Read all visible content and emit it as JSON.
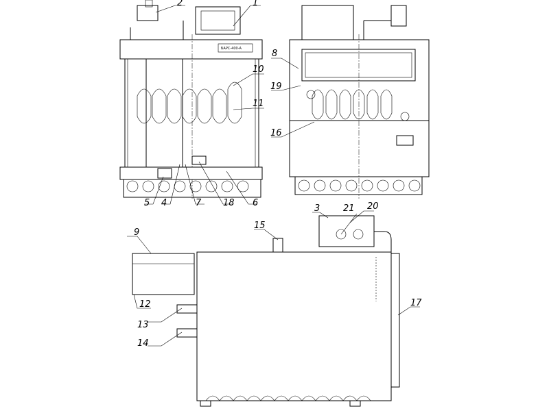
{
  "drawing": {
    "plate_text": "БАРС-400-А",
    "callouts": {
      "display_panel": "1",
      "gas_valve_top": "2",
      "valve_block": "3",
      "connector": "4",
      "bracket": "5",
      "lower_panel": "6",
      "fitting": "7",
      "ignition": "8",
      "tank": "9",
      "sensor_tube": "10",
      "heat_exchanger": "11",
      "tank_outlet": "12",
      "pipe_upper": "13",
      "pipe_lower": "14",
      "lifting_eye": "15",
      "burner_nozzle": "16",
      "side_panel": "17",
      "terminal": "18",
      "flame_sensor": "19",
      "regulator": "20",
      "solenoid": "21"
    }
  }
}
